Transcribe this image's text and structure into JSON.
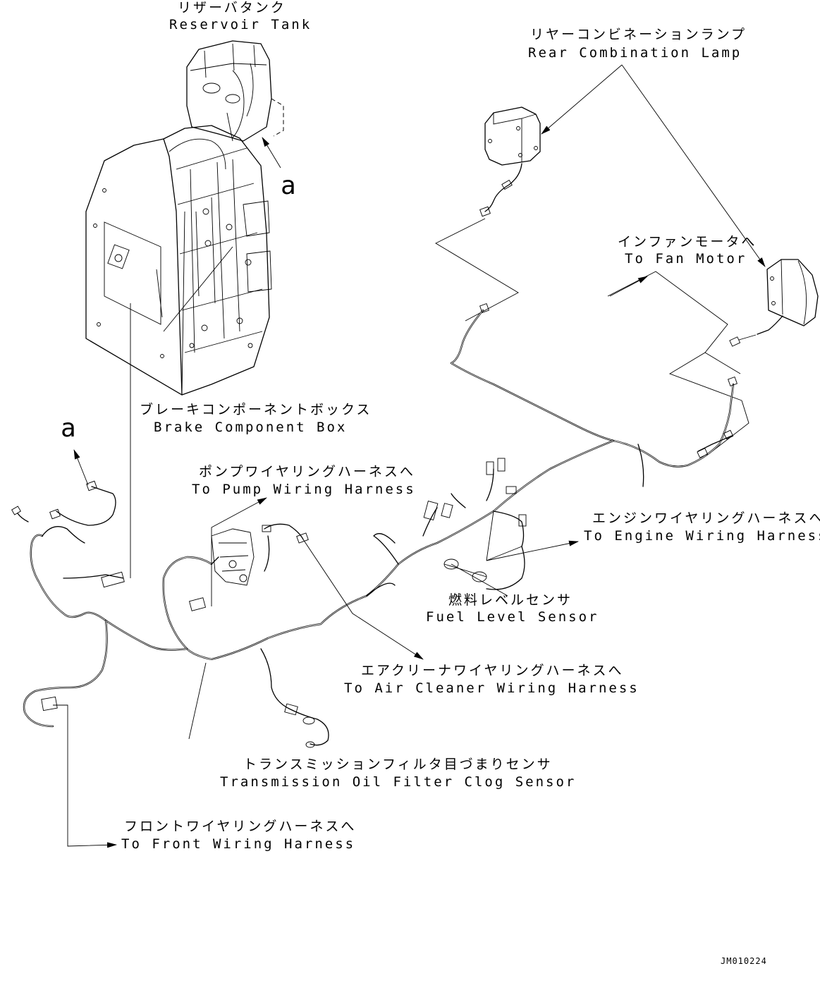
{
  "labels": {
    "reservoir_tank": {
      "ja": "リザーバタンク",
      "en": "Reservoir Tank"
    },
    "rear_combination_lamp": {
      "ja": "リヤーコンビネーションランプ",
      "en": "Rear Combination Lamp"
    },
    "to_fan_motor": {
      "ja": "インファンモータへ",
      "en": "To Fan Motor"
    },
    "brake_component_box": {
      "ja": "ブレーキコンポーネントボックス",
      "en": "Brake Component Box"
    },
    "to_pump_wiring_harness": {
      "ja": "ポンプワイヤリングハーネスへ",
      "en": "To Pump Wiring Harness"
    },
    "to_engine_wiring_harness": {
      "ja": "エンジンワイヤリングハーネスへ",
      "en": "To Engine Wiring Harness"
    },
    "fuel_level_sensor": {
      "ja": "燃料レベルセンサ",
      "en": "Fuel Level Sensor"
    },
    "to_air_cleaner_wiring_harness": {
      "ja": "エアクリーナワイヤリングハーネスへ",
      "en": "To Air Cleaner Wiring Harness"
    },
    "transmission_oil_filter_clog_sensor": {
      "ja": "トランスミッションフィルタ目づまりセンサ",
      "en": "Transmission Oil Filter Clog Sensor"
    },
    "to_front_wiring_harness": {
      "ja": "フロントワイヤリングハーネスへ",
      "en": "To Front Wiring Harness"
    }
  },
  "reference_letters": {
    "detail_a_upper": "a",
    "detail_a_lower": "a"
  },
  "drawing_code": "JM010224",
  "colors": {
    "ink": "#000000",
    "paper": "#ffffff"
  }
}
